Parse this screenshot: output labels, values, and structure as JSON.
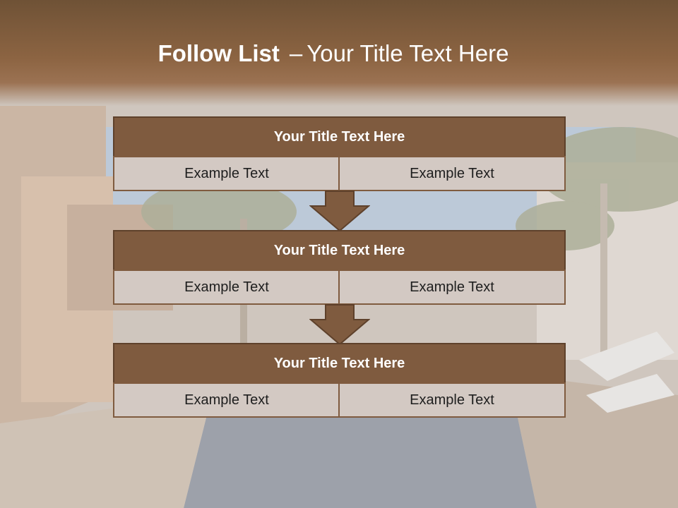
{
  "slide": {
    "title_bold": "Follow List",
    "title_separator": "–",
    "title_rest": "Your Title Text Here"
  },
  "blocks": [
    {
      "title": "Your Title Text Here",
      "items": [
        "Example Text",
        "Example Text"
      ]
    },
    {
      "title": "Your Title Text Here",
      "items": [
        "Example Text",
        "Example Text"
      ]
    },
    {
      "title": "Your Title Text Here",
      "items": [
        "Example Text",
        "Example Text"
      ]
    }
  ],
  "colors": {
    "title_band": "#8c6442",
    "block_title_fill": "#7f5b3f",
    "cell_fill": "#d3c9c3",
    "arrow_fill": "#7f5b3f"
  }
}
